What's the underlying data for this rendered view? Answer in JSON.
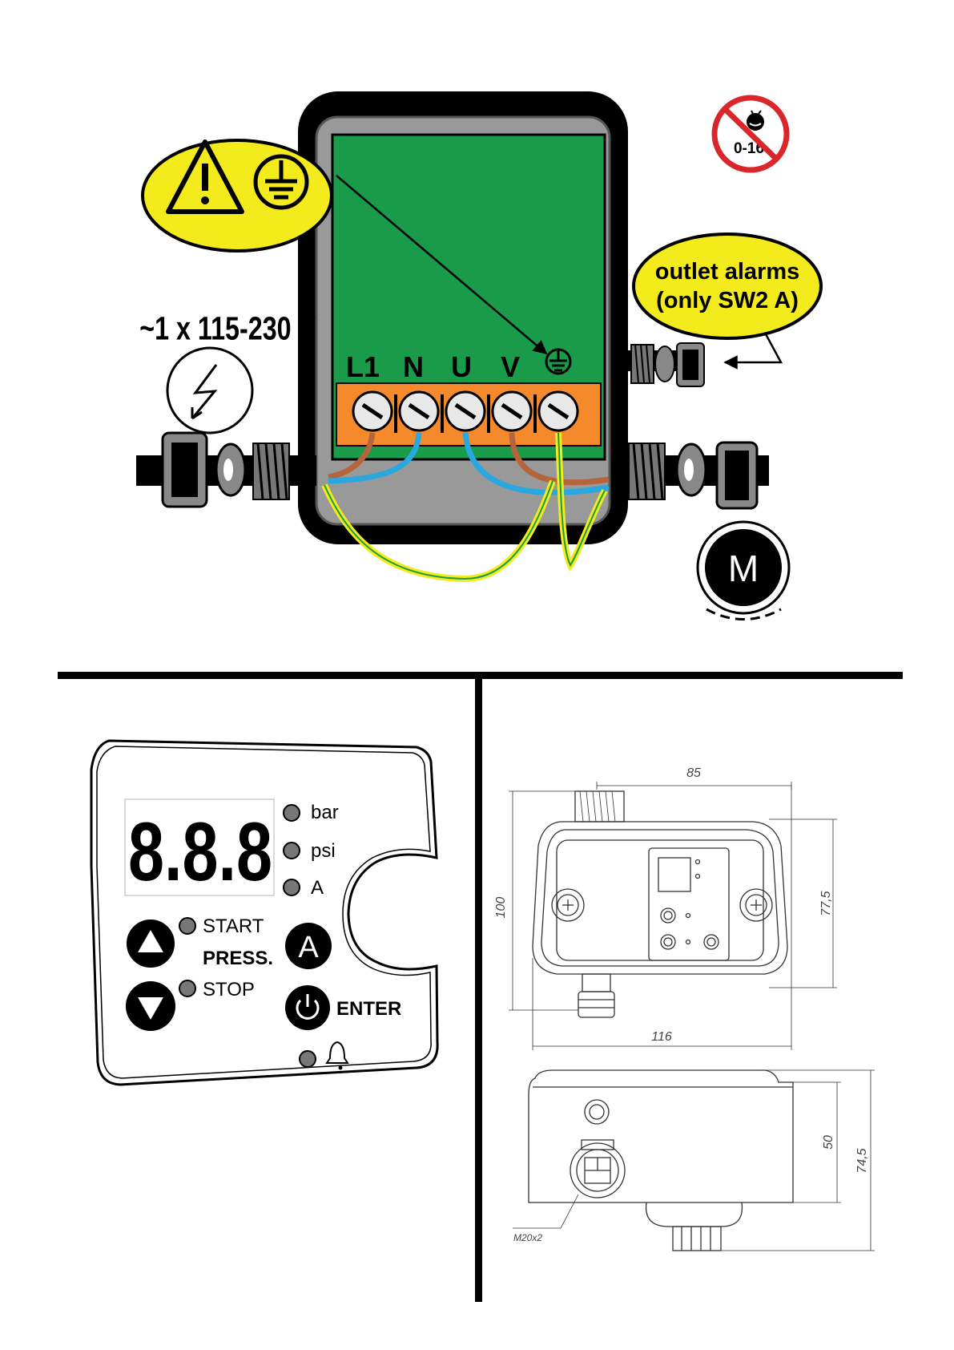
{
  "wiring": {
    "voltage": "~1 x 115-230 V",
    "terminals": [
      "L1",
      "N",
      "U",
      "V"
    ],
    "outlet_line1": "outlet alarms",
    "outlet_line2": "(only SW2 A)",
    "age_badge": "0-16",
    "motor": "M"
  },
  "panel": {
    "display": "8.8.8",
    "units": [
      "bar",
      "psi",
      "A"
    ],
    "start": "START",
    "press": "PRESS.",
    "stop": "STOP",
    "a_button": "A",
    "enter": "ENTER"
  },
  "dims": {
    "width_top": "85",
    "height": "100",
    "depth": "77,5",
    "width_bottom": "116",
    "side_h1": "50",
    "side_h2": "74,5",
    "thread": "M20x2"
  },
  "colors": {
    "pcb": "#1a9b4a",
    "terminal": "#f58a2c",
    "brown": "#b5643c",
    "blue": "#29a8e0",
    "yellow": "#f3eb1c"
  }
}
